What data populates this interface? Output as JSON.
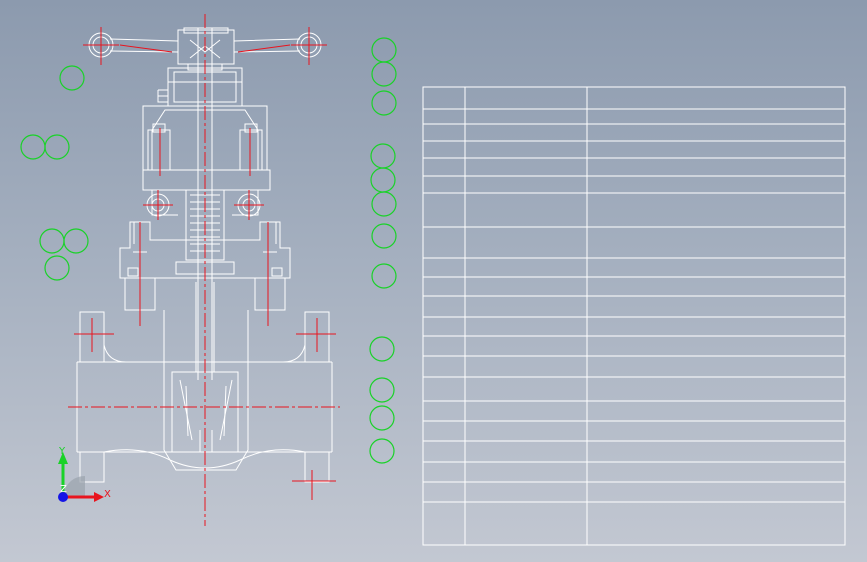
{
  "view": {
    "axis_triad": {
      "x_label": "X",
      "y_label": "Y",
      "z_label": "Z"
    },
    "colors": {
      "background_top": "#8c9aae",
      "background_bottom": "#c3c8d2",
      "geometry": "#ffffff",
      "centerline": "#e8141e",
      "balloon": "#19d228",
      "axis_x": "#e8141e",
      "axis_y": "#19d228",
      "axis_z": "#1414e6"
    }
  },
  "title_block": {
    "columns": 3,
    "rows": 21,
    "cells_text": []
  },
  "balloons": {
    "count": 18
  }
}
